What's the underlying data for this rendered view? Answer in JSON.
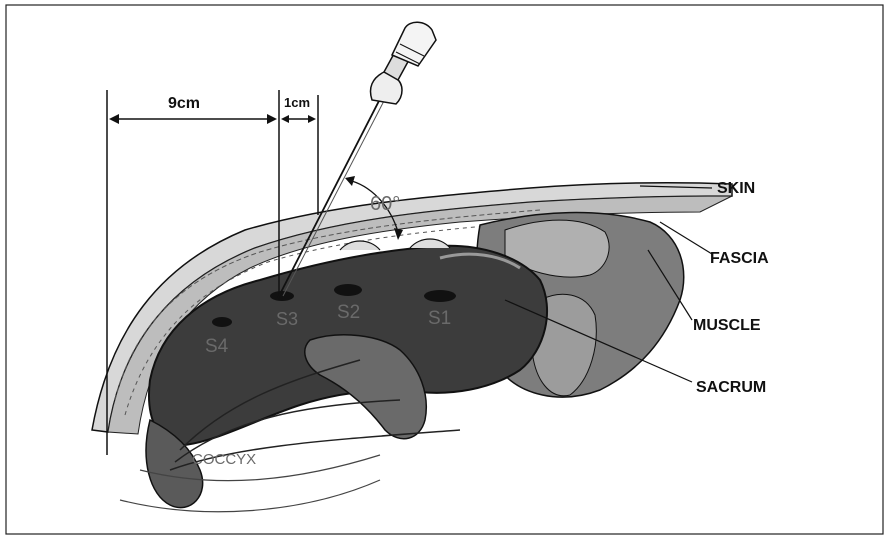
{
  "measurements": {
    "distance_long": "9cm",
    "distance_short": "1cm",
    "needle_angle": "60°"
  },
  "vertebrae": {
    "s1": "S1",
    "s2": "S2",
    "s3": "S3",
    "s4": "S4",
    "coccyx": "COCCYX"
  },
  "layers": {
    "skin": "SKIN",
    "fascia": "FASCIA",
    "muscle": "MUSCLE",
    "sacrum": "SACRUM"
  },
  "colors": {
    "ink": "#111111",
    "bone_fill": "#3c3c3c",
    "soft_tissue": "#9a9a9a",
    "paper": "#ffffff"
  }
}
